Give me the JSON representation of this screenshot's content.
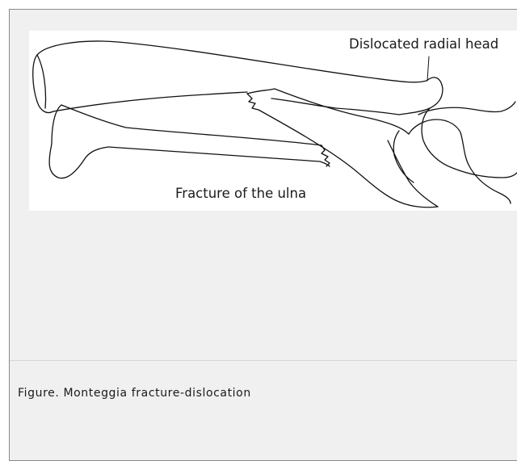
{
  "figure": {
    "labels": {
      "dislocated_radial_head": "Dislocated radial head",
      "fracture_of_ulna": "Fracture of the ulna"
    },
    "caption": "Figure. Monteggia fracture-dislocation"
  }
}
